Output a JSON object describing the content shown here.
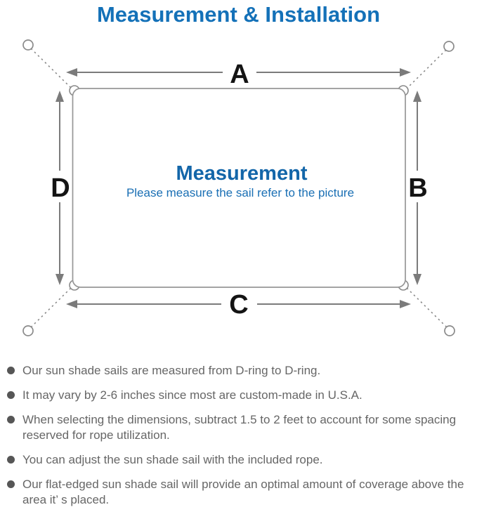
{
  "title": "Measurement & Installation",
  "diagram": {
    "labels": {
      "top": "A",
      "right": "B",
      "bottom": "C",
      "left": "D"
    },
    "center_title": "Measurement",
    "center_subtitle": "Please measure the sail refer to the picture"
  },
  "colors": {
    "title_blue": "#1471b8",
    "center_title_blue": "#1366a9",
    "center_subtitle_blue": "#1a6fb4",
    "line_gray": "#7b7b7b",
    "dim_label_black": "#141414",
    "note_text_gray": "#666666"
  },
  "notes": [
    "Our sun shade sails are measured from D-ring to D-ring.",
    "It may vary by 2-6 inches since most are custom-made in U.S.A.",
    "When selecting the dimensions, subtract 1.5 to 2 feet to account for some spacing reserved for rope utilization.",
    "You can adjust the sun shade sail with the included rope.",
    "Our flat-edged sun shade sail will provide an optimal amount of coverage above the area it’ s placed."
  ]
}
